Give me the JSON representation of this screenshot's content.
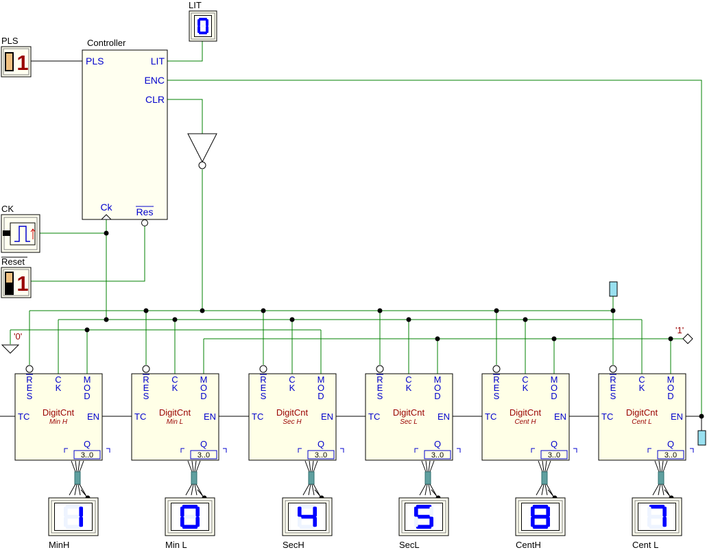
{
  "controller": {
    "title": "Controller",
    "pins": {
      "pls": "PLS",
      "lit": "LIT",
      "enc": "ENC",
      "clr": "CLR",
      "ck": "Ck",
      "res": "Res"
    }
  },
  "inputs": {
    "pls": {
      "label": "PLS",
      "value": "1"
    },
    "ck": {
      "label": "CK"
    },
    "reset": {
      "label": "Reset",
      "value": "1"
    }
  },
  "lit_display": {
    "label": "LIT",
    "value": "0"
  },
  "constants": {
    "zero": "'0'",
    "one": "'1'"
  },
  "counters": [
    {
      "type": "DigitCnt",
      "name": "Min H",
      "display_label": "MinH",
      "digit": "1"
    },
    {
      "type": "DigitCnt",
      "name": "Min L",
      "display_label": "Min L",
      "digit": "0"
    },
    {
      "type": "DigitCnt",
      "name": "Sec H",
      "display_label": "SecH",
      "digit": "4"
    },
    {
      "type": "DigitCnt",
      "name": "Sec L",
      "display_label": "SecL",
      "digit": "5"
    },
    {
      "type": "DigitCnt",
      "name": "Cent H",
      "display_label": "CentH",
      "digit": "8"
    },
    {
      "type": "DigitCnt",
      "name": "Cent L",
      "display_label": "Cent L",
      "digit": "7"
    }
  ],
  "counter_pins": {
    "res": "RES",
    "ck": "CK",
    "mod": "MOD",
    "tc": "TC",
    "en": "EN",
    "q": "Q",
    "bus": "3..0"
  }
}
